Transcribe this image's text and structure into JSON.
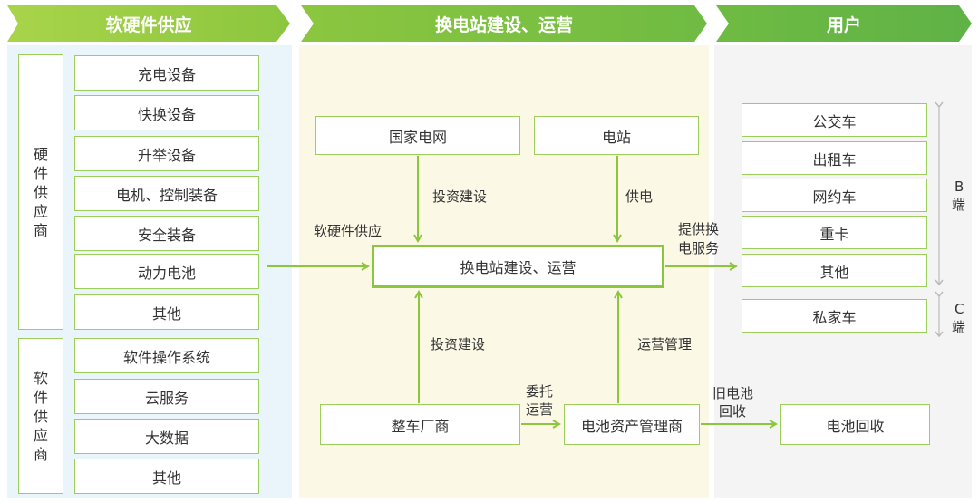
{
  "banners": {
    "supply": "软硬件供应",
    "station": "换电站建设、运营",
    "users": "用户"
  },
  "supply": {
    "hardware_label": "硬件供应商",
    "hardware_items": [
      "充电设备",
      "快换设备",
      "升举设备",
      "电机、控制装备",
      "安全装备",
      "动力电池",
      "其他"
    ],
    "software_label": "软件供应商",
    "software_items": [
      "软件操作系统",
      "云服务",
      "大数据",
      "其他"
    ]
  },
  "station": {
    "grid": "国家电网",
    "power_station": "电站",
    "core": "换电站建设、运营",
    "oem": "整车厂商",
    "asset_mgr": "电池资产管理商",
    "recycle": "电池回收"
  },
  "edge_labels": {
    "invest_top": "投资建设",
    "supply_power": "供电",
    "hw_sw_supply": "软硬件供应",
    "provide_service_1": "提供换",
    "provide_service_2": "电服务",
    "invest_bottom": "投资建设",
    "ops_mgmt": "运营管理",
    "entrust_1": "委托",
    "entrust_2": "运营",
    "old_battery_1": "旧电池",
    "old_battery_2": "回收"
  },
  "users": {
    "b_items": [
      "公交车",
      "出租车",
      "网约车",
      "重卡",
      "其他"
    ],
    "c_items": [
      "私家车"
    ],
    "b_label_1": "B",
    "b_label_2": "端",
    "c_label_1": "C",
    "c_label_2": "端"
  },
  "colors": {
    "banner_start": "#a8d44a",
    "banner_end": "#5fb246",
    "border": "#9ccf5a",
    "arrow": "#8cc63f",
    "panel_left": "#eaf4fb",
    "panel_mid": "#fbf8e6",
    "panel_right": "#f4f4f4"
  }
}
